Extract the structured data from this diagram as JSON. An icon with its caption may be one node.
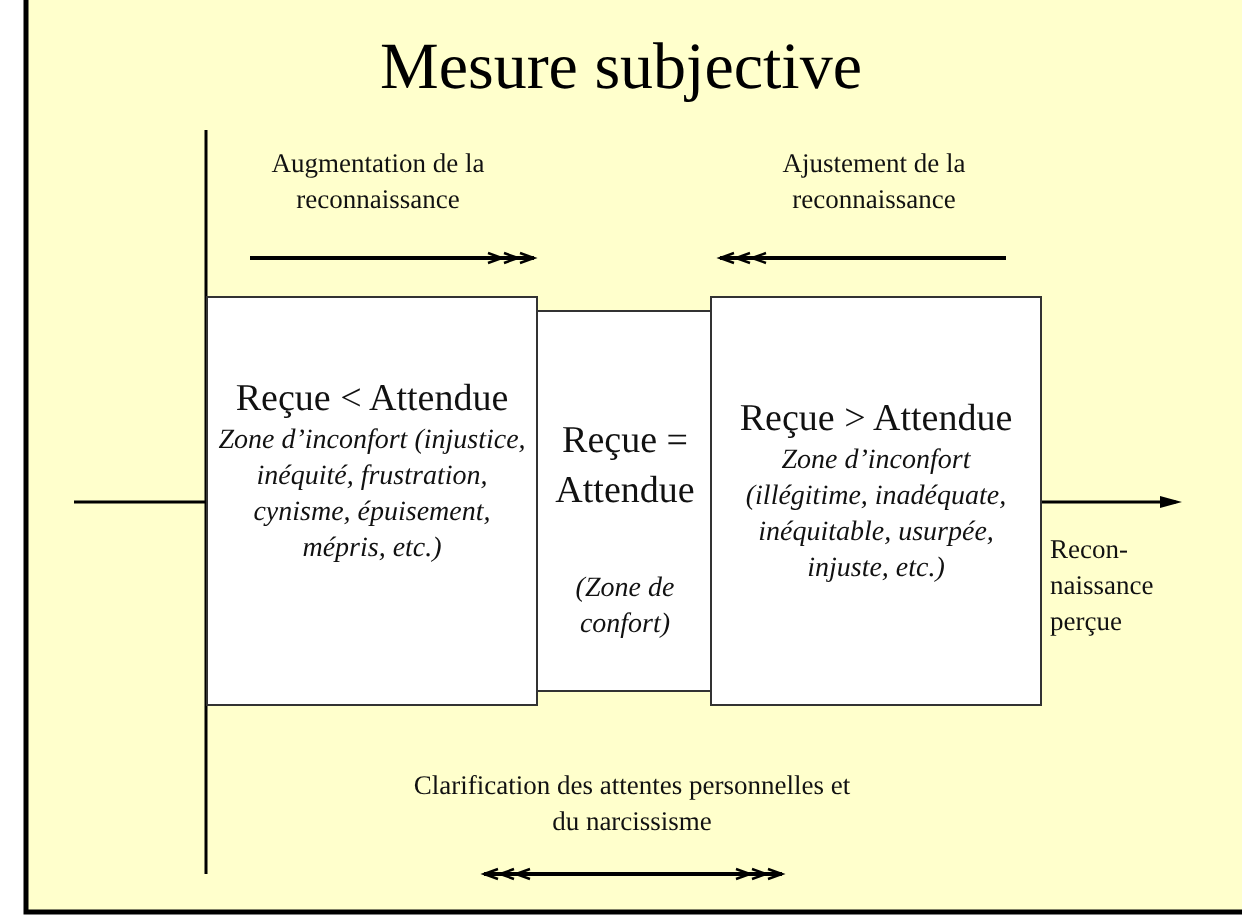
{
  "diagram": {
    "title": "Mesure subjective",
    "nodes": [
      {
        "text": [
          "Reçue < Attendue",
          "Zone d’inconfort (injustice, inéquité, frustration, cynisme, épuisement, mépris, etc.)"
        ]
      },
      {
        "text": [
          "Reçue = Attendue",
          "(Zone de confort)"
        ]
      },
      {
        "text": [
          "Reçue > Attendue",
          "Zone d’inconfort (illégitime, inadéquate, inéquitable, usurpée, injuste, etc.)"
        ]
      }
    ],
    "edges": [],
    "labels": [
      "Augmentation de la reconnaissance",
      "Ajustement de la reconnaissance",
      "Recon-naissance perçue",
      "Clarification des attentes personnelles et du narcissisme"
    ]
  }
}
